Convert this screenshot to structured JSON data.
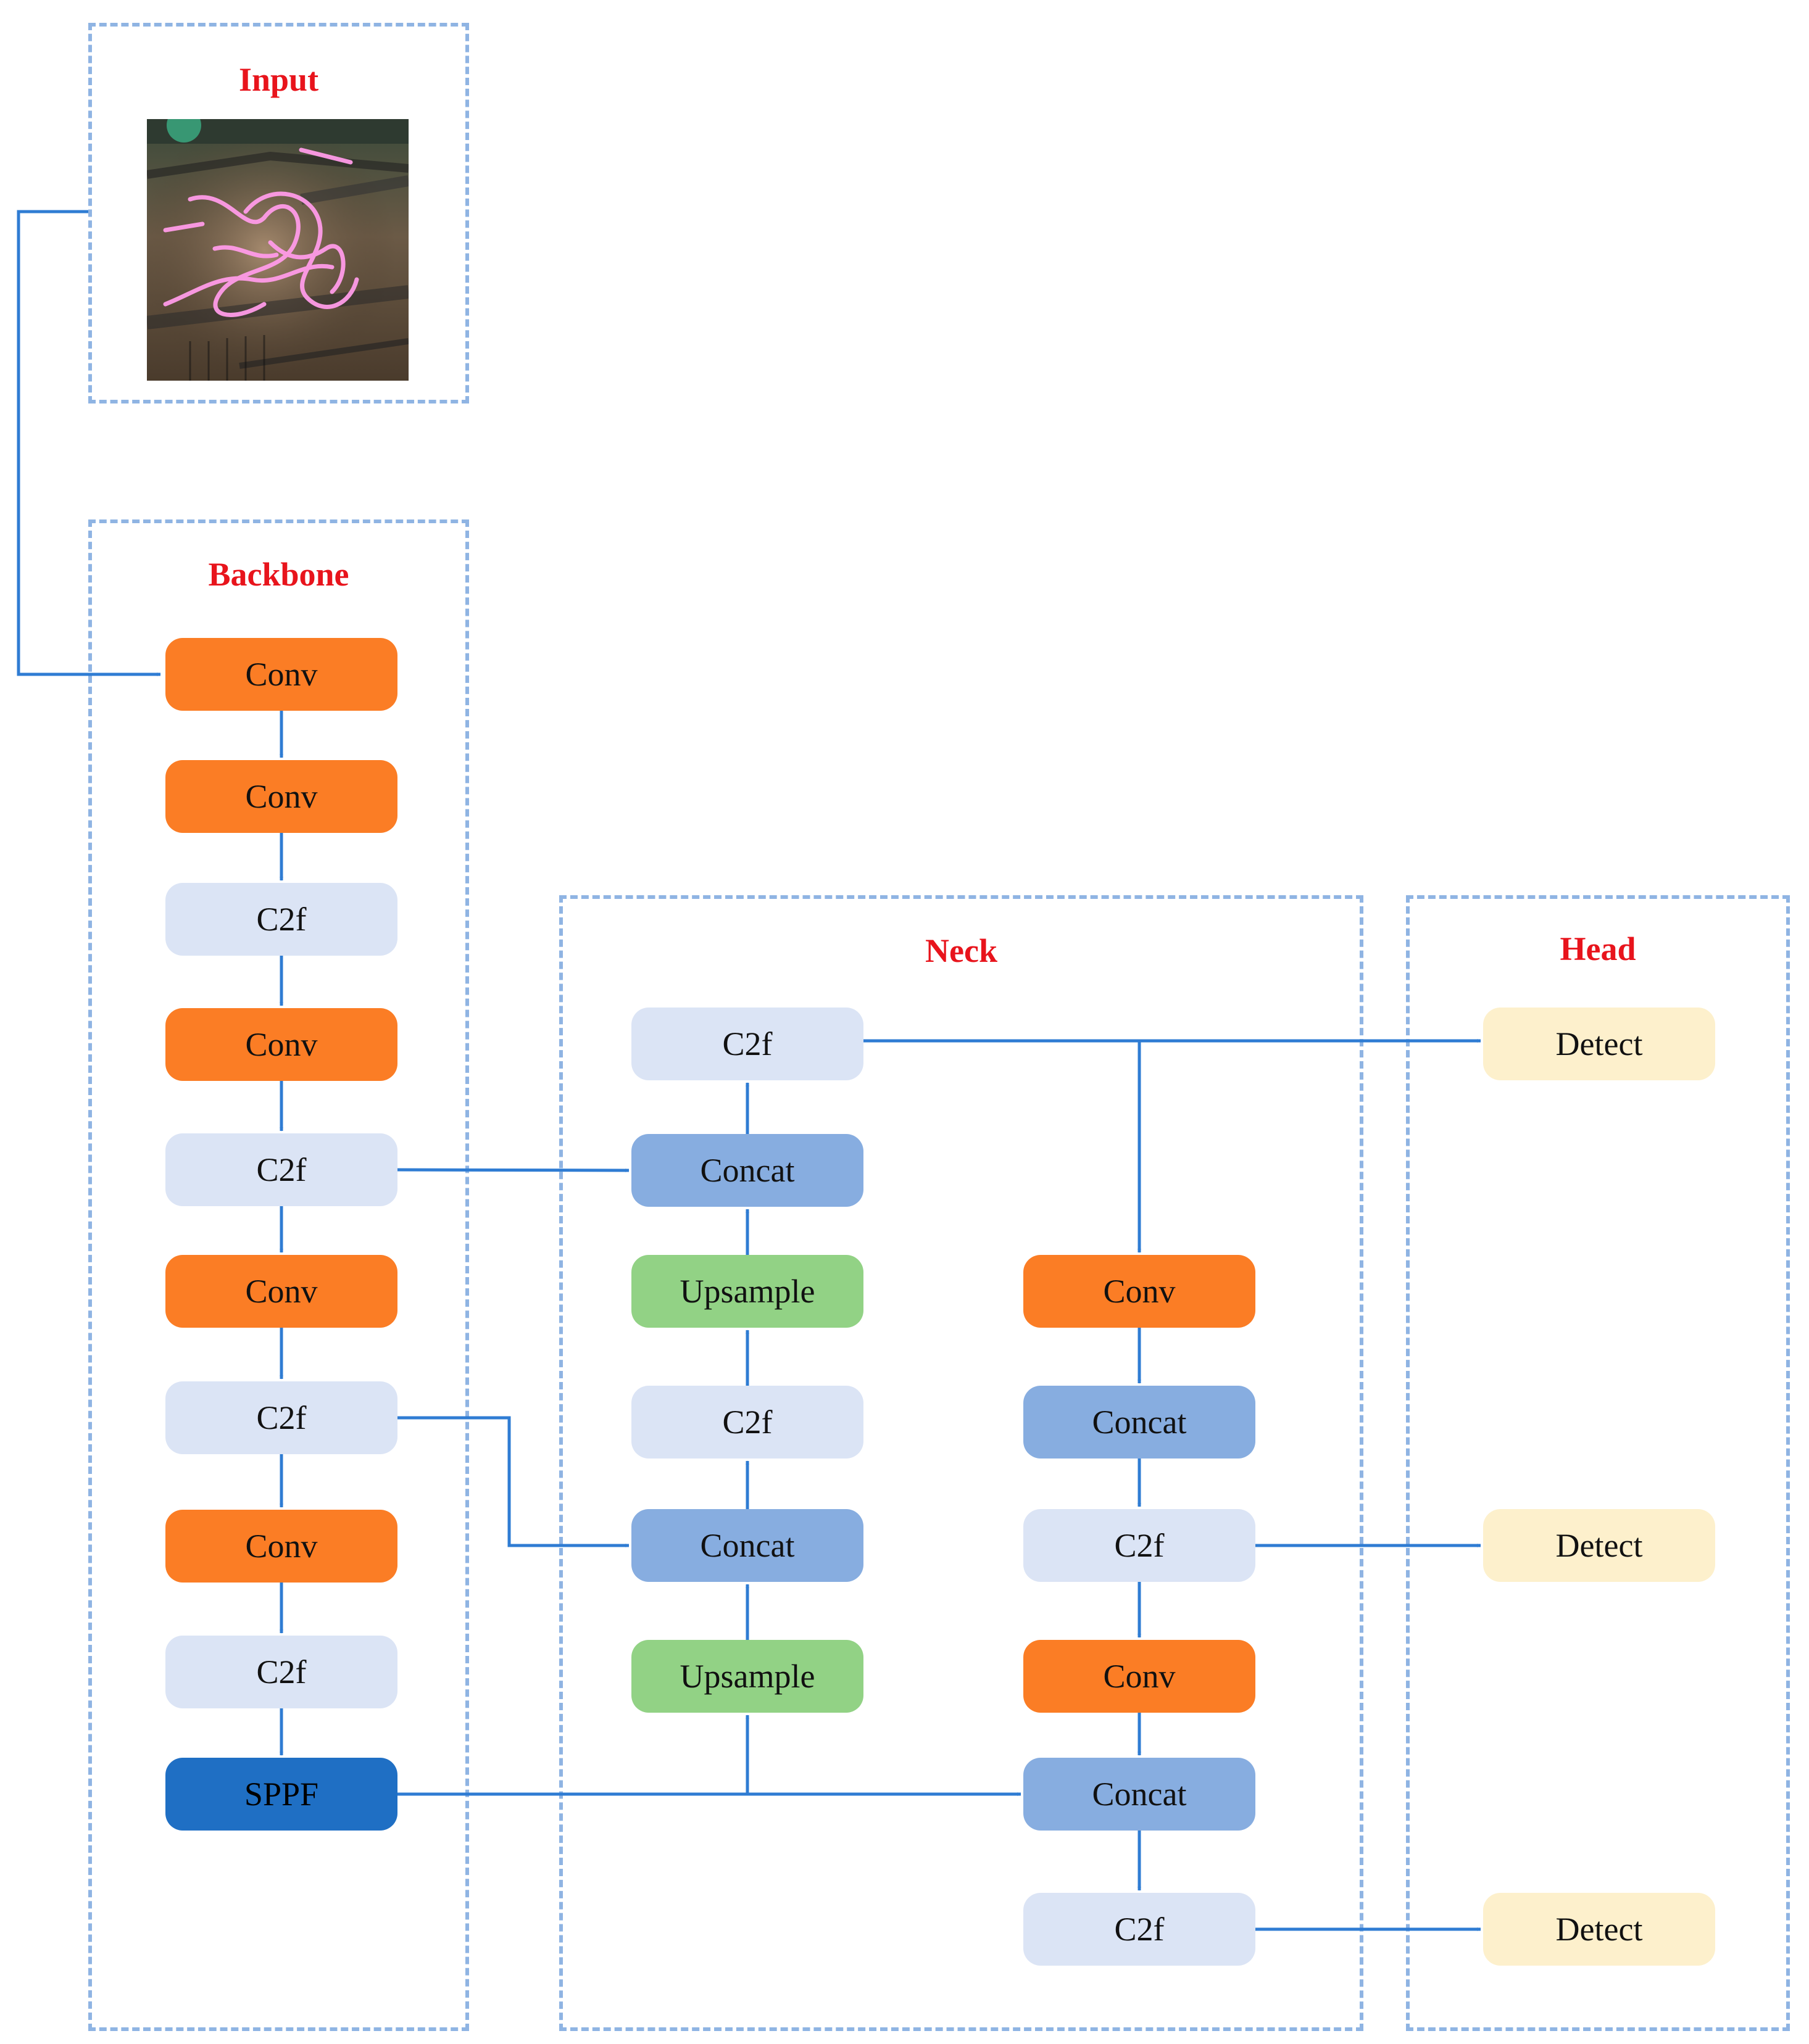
{
  "panels": {
    "input": "Input",
    "backbone": "Backbone",
    "neck": "Neck",
    "head": "Head"
  },
  "input_image": {
    "icon": "wire-tangle-photo-icon"
  },
  "blocks": {
    "b1": "Conv",
    "b2": "Conv",
    "b3": "C2f",
    "b4": "Conv",
    "b5": "C2f",
    "b6": "Conv",
    "b7": "C2f",
    "b8": "Conv",
    "b9": "C2f",
    "b10": "SPPF",
    "n1": "C2f",
    "n2": "Concat",
    "n3": "Upsample",
    "n4": "C2f",
    "n5": "Concat",
    "n6": "Upsample",
    "p1": "Conv",
    "p2": "Concat",
    "p3": "C2f",
    "p4": "Conv",
    "p5": "Concat",
    "p6": "C2f",
    "h1": "Detect",
    "h2": "Detect",
    "h3": "Detect"
  },
  "colors": {
    "conv": "#fb7d25",
    "c2f": "#dbe4f5",
    "concat": "#87ade0",
    "upsample": "#92d285",
    "sppf": "#1f6fc4",
    "detect": "#fdf0cc",
    "arrow": "#2f7cd3",
    "panel_border": "#8fb4e3",
    "title": "#e8141c"
  }
}
